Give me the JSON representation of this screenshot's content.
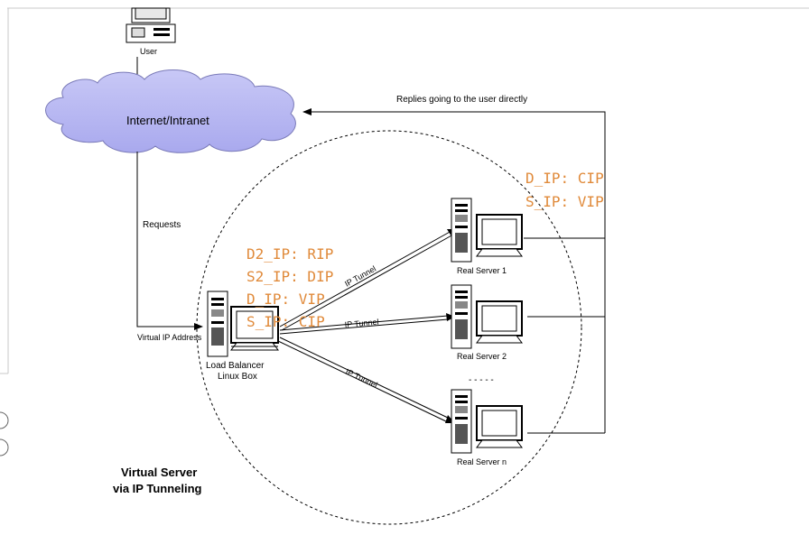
{
  "labels": {
    "user": "User",
    "cloud": "Internet/Intranet",
    "replies": "Replies going to the user directly",
    "requests": "Requests",
    "vip_address": "Virtual IP Address",
    "lb_line1": "Load Balancer",
    "lb_line2": "Linux Box",
    "server1": "Real Server 1",
    "server2": "Real Server 2",
    "servern": "Real Server n",
    "dots": "- - - - -",
    "tunnel1": "IP Tunnel",
    "tunnel2": "IP Tunnel",
    "tunnel3": "IP Tunnel",
    "title_line1": "Virtual Server",
    "title_line2": "via IP Tunneling"
  },
  "lb_packet": [
    "D2_IP: RIP",
    "S2_IP: DIP",
    "D_IP: VIP",
    "S_IP: CIP"
  ],
  "reply_packet": [
    "D_IP: CIP",
    "S_IP: VIP"
  ],
  "colors": {
    "annotation": "#e08a3a",
    "cloud": "#b7b7f2",
    "lines": "#000000"
  }
}
